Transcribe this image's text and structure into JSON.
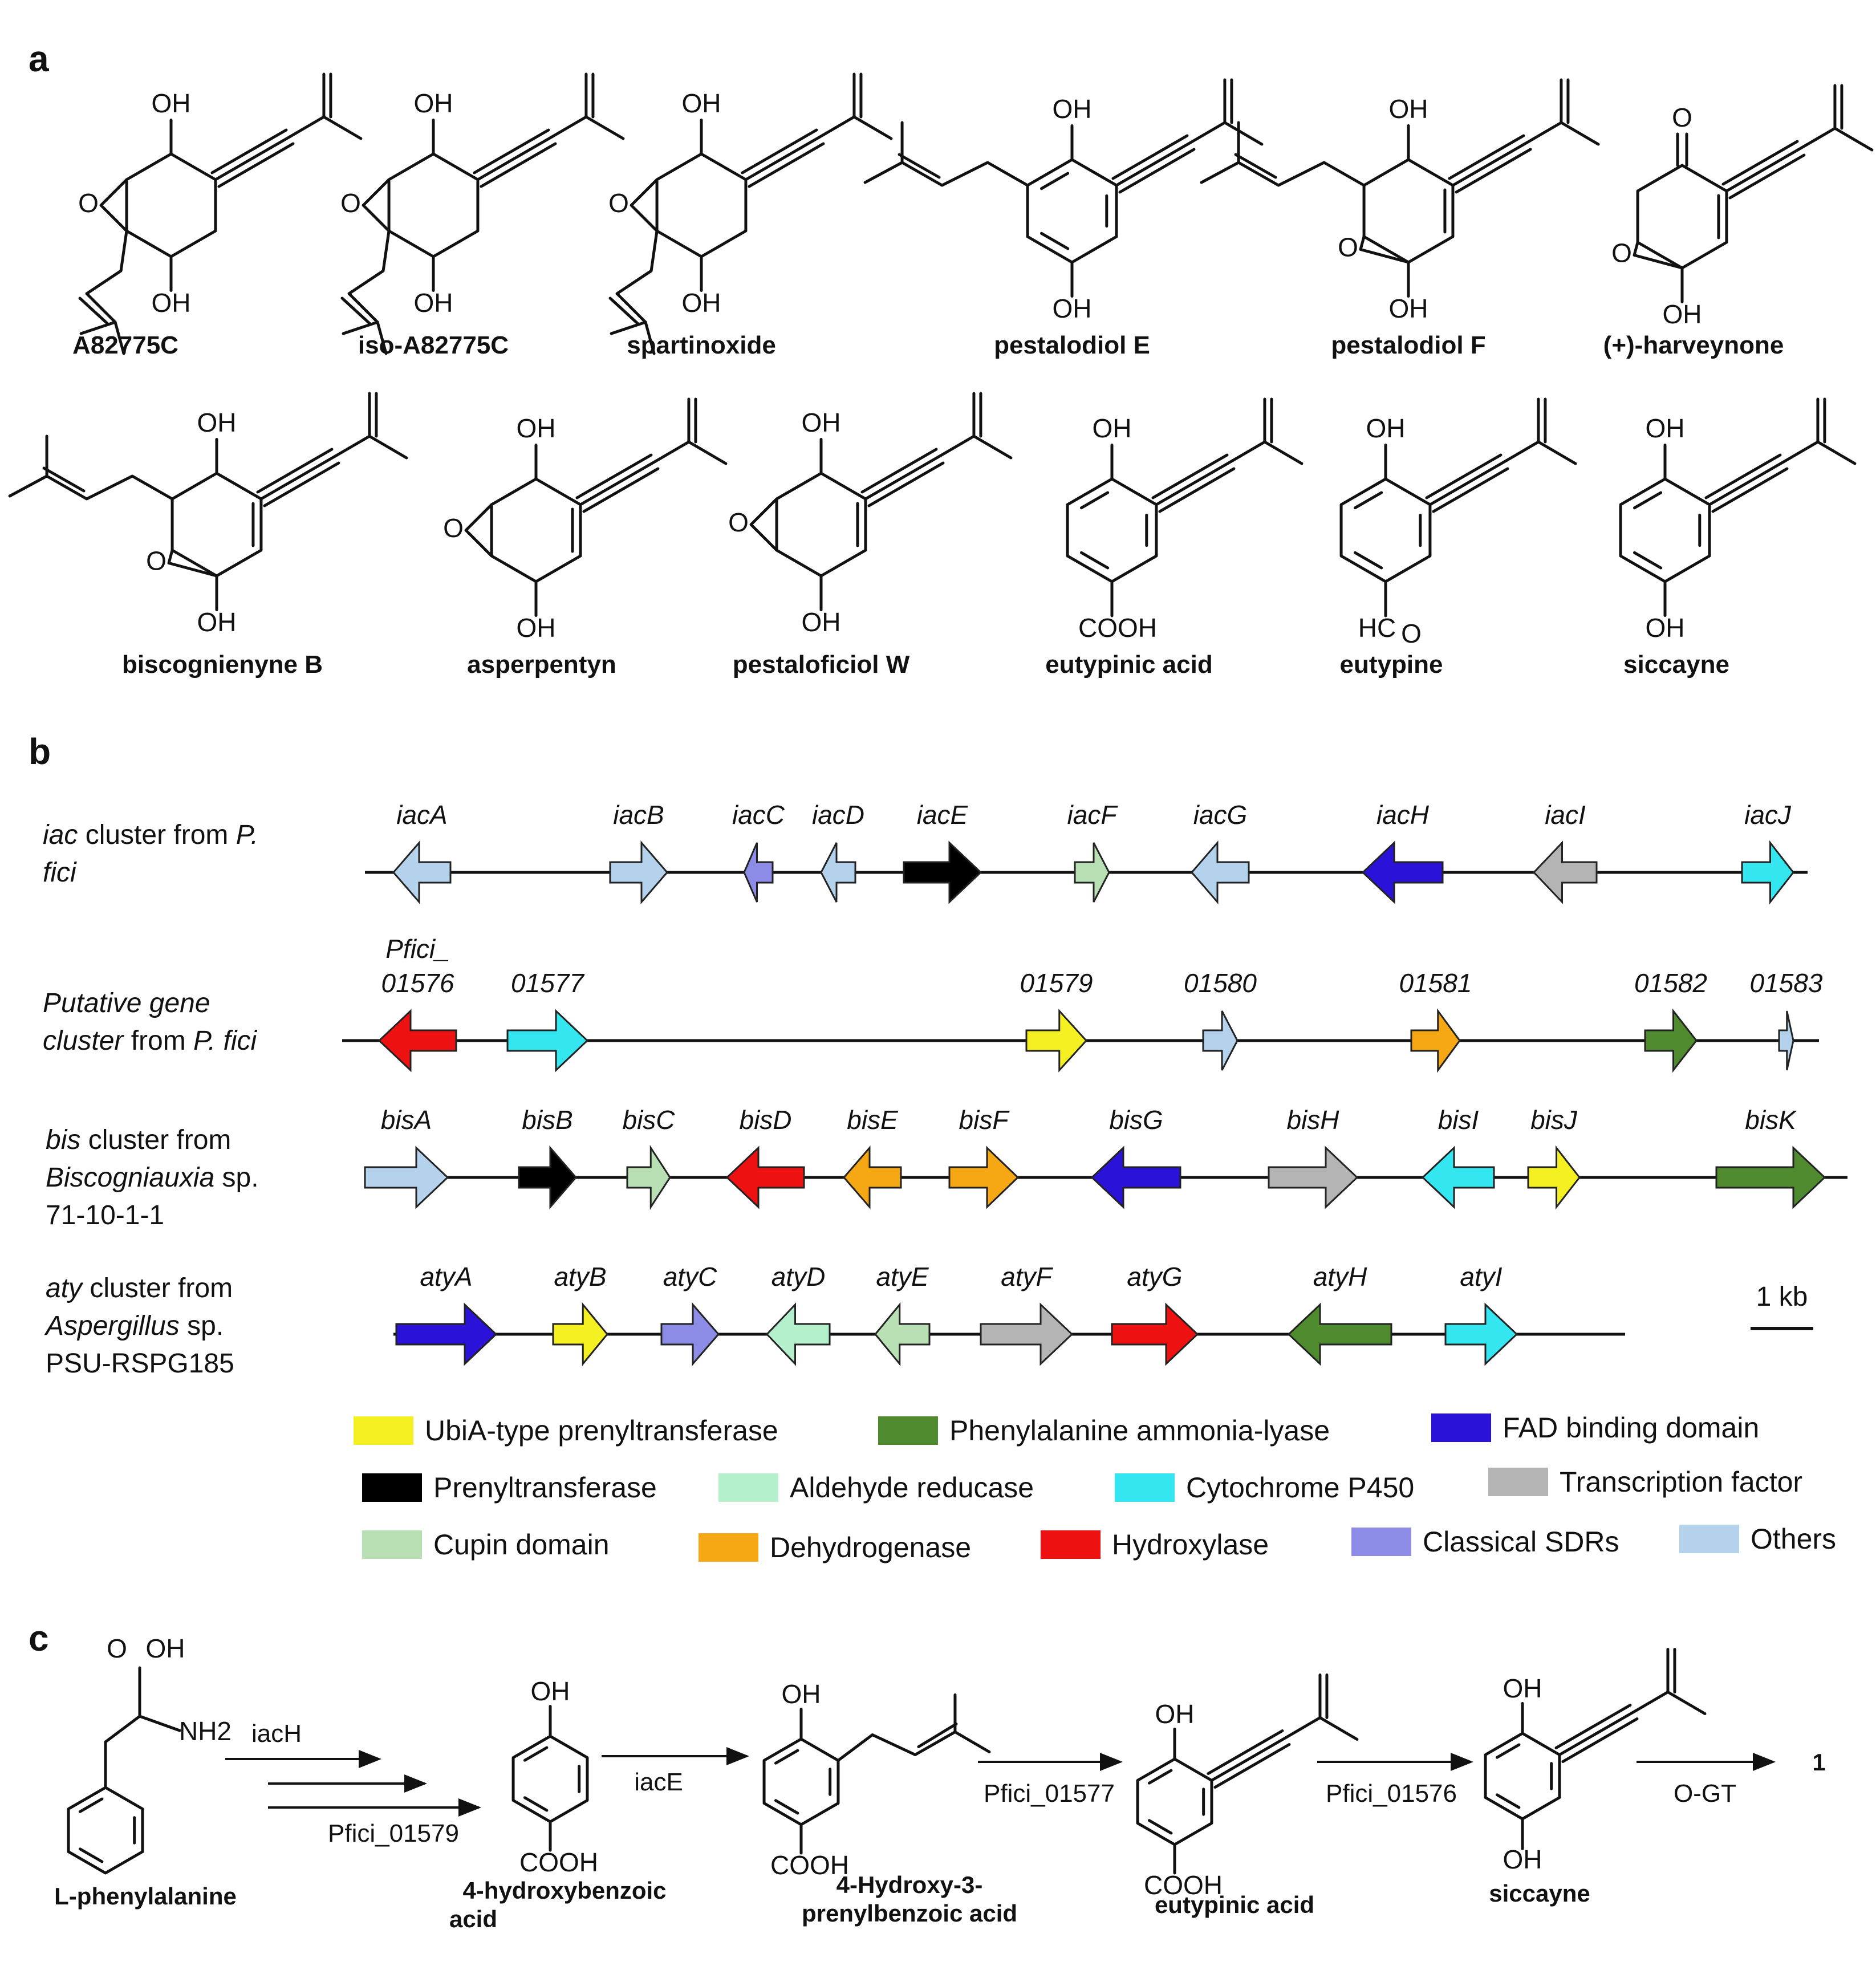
{
  "panels": {
    "a": "a",
    "b": "b",
    "c": "c"
  },
  "compounds_a": [
    {
      "name": "A82775C"
    },
    {
      "name": "iso-A82775C"
    },
    {
      "name": "spartinoxide"
    },
    {
      "name": "pestalodiol E"
    },
    {
      "name": "pestalodiol F"
    },
    {
      "name": "(+)-harveynone"
    },
    {
      "name": "biscognienyne B"
    },
    {
      "name": "asperpentyn"
    },
    {
      "name": "pestaloficiol W"
    },
    {
      "name": "eutypinic acid"
    },
    {
      "name": "eutypine"
    },
    {
      "name": "siccayne"
    }
  ],
  "atoms": {
    "OH": "OH",
    "O": "O",
    "COOH": "COOH",
    "HC": "HC",
    "NH2": "NH2",
    "one": "1"
  },
  "clusters": [
    {
      "label": [
        {
          "t": "iac",
          "i": true
        },
        {
          "t": " cluster from ",
          "i": false
        },
        {
          "t": "P.",
          "i": true
        }
      ],
      "label2": [
        {
          "t": "fici",
          "i": true
        }
      ],
      "label3": [],
      "genes": [
        {
          "name": "iacA",
          "color": "#b4d2ec"
        },
        {
          "name": "iacB",
          "color": "#b4d2ec"
        },
        {
          "name": "iacC",
          "color": "#8c8ce6"
        },
        {
          "name": "iacD",
          "color": "#b4d2ec"
        },
        {
          "name": "iacE",
          "color": "#000000"
        },
        {
          "name": "iacF",
          "color": "#b9e0b4"
        },
        {
          "name": "iacG",
          "color": "#b4d2ec"
        },
        {
          "name": "iacH",
          "color": "#2a12d8"
        },
        {
          "name": "iacI",
          "color": "#b4b4b4"
        },
        {
          "name": "iacJ",
          "color": "#33e6f0"
        }
      ]
    },
    {
      "label": [
        {
          "t": "Putative gene",
          "i": true
        }
      ],
      "label2": [
        {
          "t": "cluster",
          "i": true
        },
        {
          "t": " from ",
          "i": false
        },
        {
          "t": "P. fici",
          "i": true
        }
      ],
      "label3": [],
      "genes": [
        {
          "name": "01576",
          "prefix": "Pfici_",
          "color": "#ee1111"
        },
        {
          "name": "01577",
          "color": "#33e6f0"
        },
        {
          "name": "01579",
          "color": "#f5f022"
        },
        {
          "name": "01580",
          "color": "#b4d2ec"
        },
        {
          "name": "01581",
          "color": "#f5a814"
        },
        {
          "name": "01582",
          "color": "#4f8a2e"
        },
        {
          "name": "01583",
          "color": "#b4d2ec"
        }
      ]
    },
    {
      "label": [
        {
          "t": "bis",
          "i": true
        },
        {
          "t": " cluster from",
          "i": false
        }
      ],
      "label2": [
        {
          "t": "Biscogniauxia",
          "i": true
        },
        {
          "t": " sp.",
          "i": false
        }
      ],
      "label3": [
        {
          "t": "71-10-1-1",
          "i": false
        }
      ],
      "genes": [
        {
          "name": "bisA",
          "color": "#b4d2ec"
        },
        {
          "name": "bisB",
          "color": "#000000"
        },
        {
          "name": "bisC",
          "color": "#b9e0b4"
        },
        {
          "name": "bisD",
          "color": "#ee1111"
        },
        {
          "name": "bisE",
          "color": "#f5a814"
        },
        {
          "name": "bisF",
          "color": "#f5a814"
        },
        {
          "name": "bisG",
          "color": "#2a12d8"
        },
        {
          "name": "bisH",
          "color": "#b4b4b4"
        },
        {
          "name": "bisI",
          "color": "#33e6f0"
        },
        {
          "name": "bisJ",
          "color": "#f5f022"
        },
        {
          "name": "bisK",
          "color": "#4f8a2e"
        }
      ]
    },
    {
      "label": [
        {
          "t": "aty",
          "i": true
        },
        {
          "t": " cluster from",
          "i": false
        }
      ],
      "label2": [
        {
          "t": "Aspergillus",
          "i": true
        },
        {
          "t": " sp.",
          "i": false
        }
      ],
      "label3": [
        {
          "t": "PSU-RSPG185",
          "i": false
        }
      ],
      "genes": [
        {
          "name": "atyA",
          "color": "#2a12d8"
        },
        {
          "name": "atyB",
          "color": "#f5f022"
        },
        {
          "name": "atyC",
          "color": "#8c8ce6"
        },
        {
          "name": "atyD",
          "color": "#b4f0cc"
        },
        {
          "name": "atyE",
          "color": "#b9e0b4"
        },
        {
          "name": "atyF",
          "color": "#b4b4b4"
        },
        {
          "name": "atyG",
          "color": "#ee1111"
        },
        {
          "name": "atyH",
          "color": "#4f8a2e"
        },
        {
          "name": "atyI",
          "color": "#33e6f0"
        }
      ]
    }
  ],
  "scale_label": "1 kb",
  "legend": [
    {
      "label": "UbiA-type prenyltransferase",
      "color": "#f5f022"
    },
    {
      "label": "Phenylalanine ammonia-lyase",
      "color": "#4f8a2e"
    },
    {
      "label": "FAD binding domain",
      "color": "#2a12d8"
    },
    {
      "label": "Prenyltransferase",
      "color": "#000000"
    },
    {
      "label": "Aldehyde reducase",
      "color": "#b4f0cc"
    },
    {
      "label": "Cytochrome P450",
      "color": "#33e6f0"
    },
    {
      "label": "Transcription factor",
      "color": "#b4b4b4"
    },
    {
      "label": "Cupin domain",
      "color": "#b9e0b4"
    },
    {
      "label": "Dehydrogenase",
      "color": "#f5a814"
    },
    {
      "label": "Hydroxylase",
      "color": "#ee1111"
    },
    {
      "label": "Classical SDRs",
      "color": "#8c8ce6"
    },
    {
      "label": "Others",
      "color": "#b4d2ec"
    }
  ],
  "pathway": {
    "compounds": [
      {
        "name1": "L-phenylalanine",
        "name2": ""
      },
      {
        "name1": "4-hydroxybenzoic",
        "name2": "acid"
      },
      {
        "name1": "4-Hydroxy-3-",
        "name2": "prenylbenzoic acid"
      },
      {
        "name1": "eutypinic acid",
        "name2": ""
      },
      {
        "name1": "siccayne",
        "name2": ""
      }
    ],
    "enzymes": [
      "iacH",
      "Pfici_01579",
      "iacE",
      "Pfici_01577",
      "Pfici_01576",
      "O-GT"
    ]
  }
}
